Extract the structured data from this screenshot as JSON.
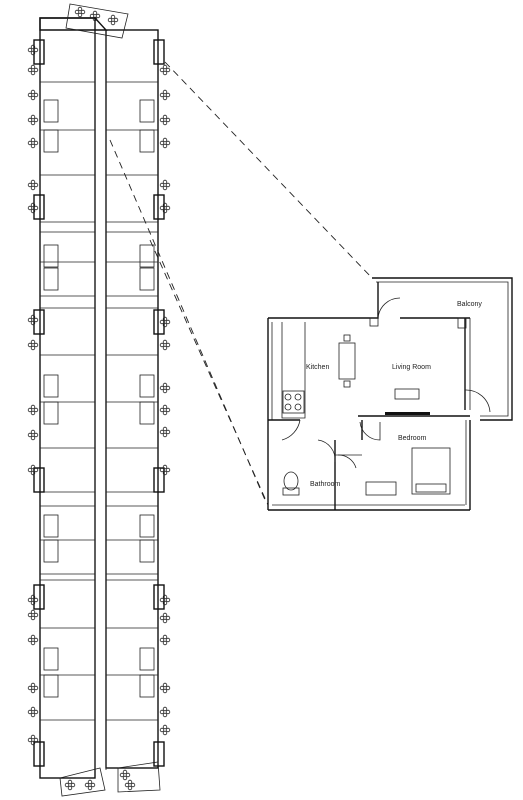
{
  "rooms": {
    "balcony": "Balcony",
    "kitchen": "Kitchen",
    "living_room": "Living Room",
    "bedroom": "Bedroom",
    "bathroom": "Bathroom"
  },
  "icons": {
    "tree": "tree-icon",
    "door": "door-swing-icon",
    "stove": "stove-icon",
    "toilet": "toilet-icon",
    "bed": "bed-icon",
    "sofa": "sofa-icon",
    "table": "dining-table-icon"
  }
}
